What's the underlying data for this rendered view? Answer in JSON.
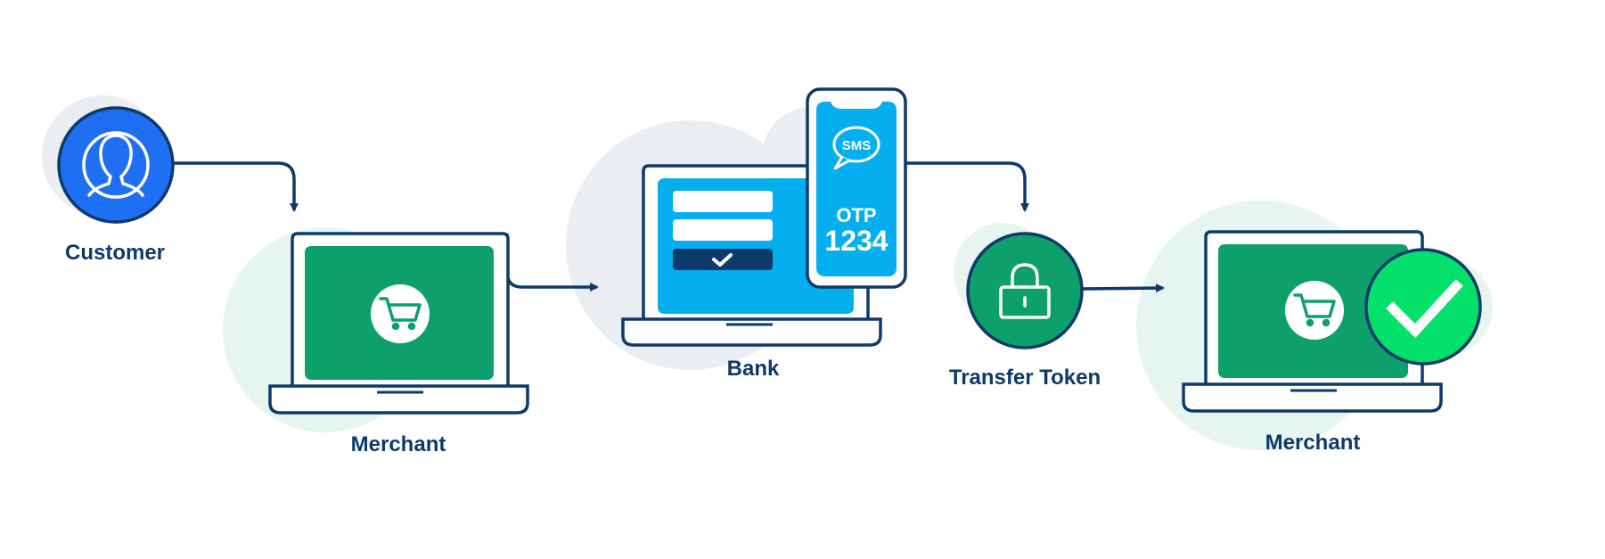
{
  "labels": {
    "customer": "Customer",
    "merchant_1": "Merchant",
    "bank": "Bank",
    "transfer_token": "Transfer Token",
    "merchant_2": "Merchant"
  },
  "phone": {
    "sms": "SMS",
    "otp_label": "OTP",
    "otp_code": "1234"
  },
  "icons": {
    "customer": "user-icon",
    "merchant": "shopping-cart-icon",
    "bank_form_submit": "check-icon",
    "sms": "sms-bubble-icon",
    "transfer_token": "padlock-icon",
    "success": "checkmark-icon"
  },
  "colors": {
    "navy": "#0d3a6b",
    "customer_blue": "#1f6ff2",
    "merchant_green": "#0ea06a",
    "bank_blue": "#05aeef",
    "success_green": "#05e06b",
    "halo_gray": "#eaedf1",
    "halo_green": "#e6f5ef"
  }
}
